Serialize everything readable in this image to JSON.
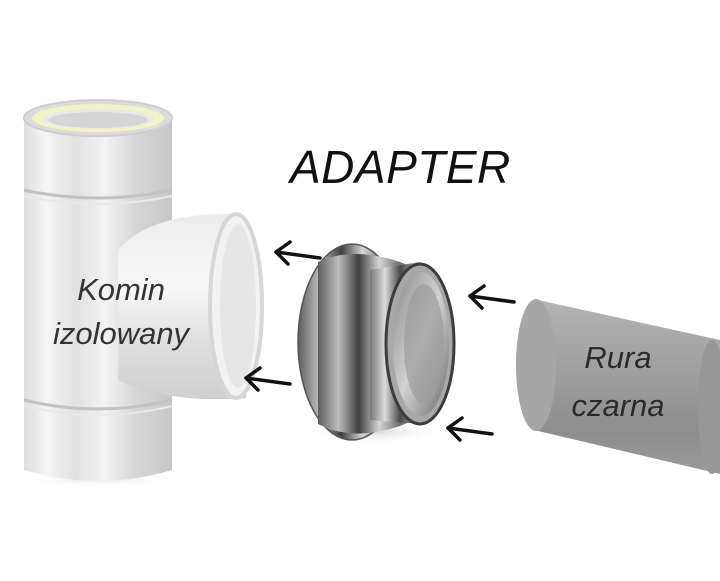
{
  "title": "ADAPTER",
  "labels": {
    "chimney_line1": "Komin",
    "chimney_line2": "izolowany",
    "pipe_line1": "Rura",
    "pipe_line2": "czarna"
  },
  "colors": {
    "background": "#ffffff",
    "steel_light": "#e8e8e8",
    "steel_mid": "#c9c9c9",
    "steel_dark": "#8e8e8e",
    "insulation": "#f3f3c4",
    "black_pipe": "#9a9a9a",
    "arrow": "#111111"
  },
  "icons": {
    "arrows": [
      "arrow-left-icon",
      "arrow-left-icon",
      "arrow-left-icon",
      "arrow-left-icon"
    ]
  }
}
